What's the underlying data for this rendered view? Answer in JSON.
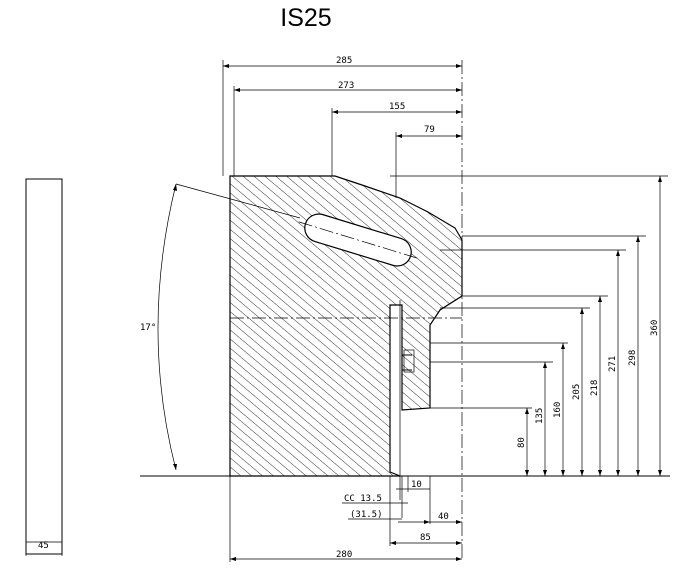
{
  "title": "IS25",
  "dimensions": {
    "top_285": "285",
    "top_273": "273",
    "top_155": "155",
    "top_79": "79",
    "right_360": "360",
    "right_298": "298",
    "right_271": "271",
    "right_218": "218",
    "right_205": "205",
    "right_160": "160",
    "right_135": "135",
    "right_80": "80",
    "angle": "17°",
    "bottom_10": "10",
    "bottom_cc": "CC 13.5",
    "bottom_315": "(31.5)",
    "bottom_40": "40",
    "bottom_85": "85",
    "bottom_280": "280",
    "bar_45": "45"
  }
}
